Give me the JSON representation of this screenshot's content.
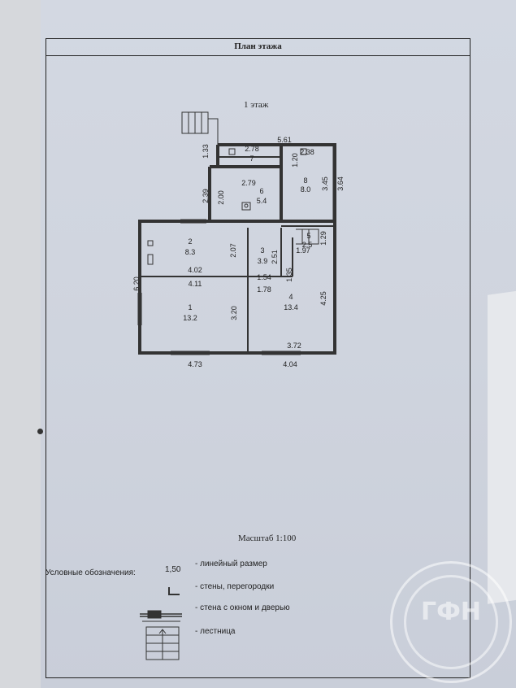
{
  "document": {
    "title": "План этажа",
    "floor_label": "1 этаж",
    "scale": "Масштаб 1:100"
  },
  "rooms": [
    {
      "number": "1",
      "area": "13.2"
    },
    {
      "number": "2",
      "area": "8.3"
    },
    {
      "number": "3",
      "area": "3.9"
    },
    {
      "number": "4",
      "area": "13.4"
    },
    {
      "number": "5",
      "area": "2.5"
    },
    {
      "number": "6",
      "area": "5.4"
    },
    {
      "number": "7",
      "area": "2.78"
    },
    {
      "number": "8",
      "area": "8.0"
    }
  ],
  "dimensions": {
    "d561": "5.61",
    "d278": "2.78",
    "d238": "2.38",
    "d133": "1.33",
    "d120": "1.20",
    "d279": "2.79",
    "d200": "2.00",
    "d239": "2.39",
    "d345": "3.45",
    "d364": "3.64",
    "d207": "2.07",
    "d251": "2.51",
    "d197": "1.97",
    "d129": "1.29",
    "d402": "4.02",
    "d411": "4.11",
    "d154": "1.54",
    "d178": "1.78",
    "d135": "1.35",
    "d620": "6.20",
    "d320": "3.20",
    "d425": "4.25",
    "d372": "3.72",
    "d473": "4.73",
    "d404": "4.04"
  },
  "legend": {
    "heading": "Условные обозначения:",
    "items": [
      {
        "symbol": "1,50",
        "text": "- линейный размер"
      },
      {
        "symbol": "",
        "text": "- стены, перегородки"
      },
      {
        "symbol": "",
        "text": "- стена с окном и дверью"
      },
      {
        "symbol": "",
        "text": "- лестница"
      }
    ]
  },
  "stamp": {
    "text": "ГФН"
  }
}
